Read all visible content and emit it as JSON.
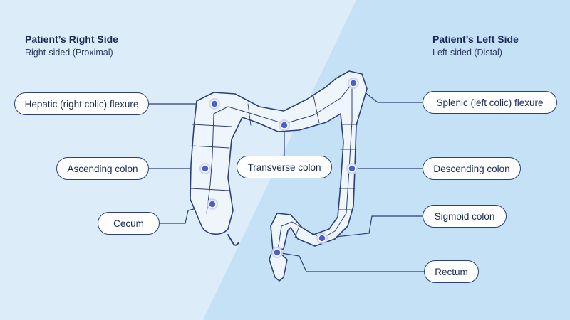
{
  "right_side": {
    "title": "Patient’s Right Side",
    "subtitle": "Right-sided (Proximal)"
  },
  "left_side": {
    "title": "Patient’s Left Side",
    "subtitle": "Left-sided (Distal)"
  },
  "labels": {
    "hepatic_flexure": "Hepatic (right colic) flexure",
    "ascending_colon": "Ascending colon",
    "cecum": "Cecum",
    "transverse_colon": "Transverse colon",
    "splenic_flexure": "Splenic (left colic) flexure",
    "descending_colon": "Descending colon",
    "sigmoid_colon": "Sigmoid colon",
    "rectum": "Rectum"
  },
  "colors": {
    "background_right": "#dcedf9",
    "background_left": "#c5e1f6",
    "outline": "#2c3f78",
    "colon_fill": "#eef5fb",
    "marker": "#4c61c8"
  }
}
